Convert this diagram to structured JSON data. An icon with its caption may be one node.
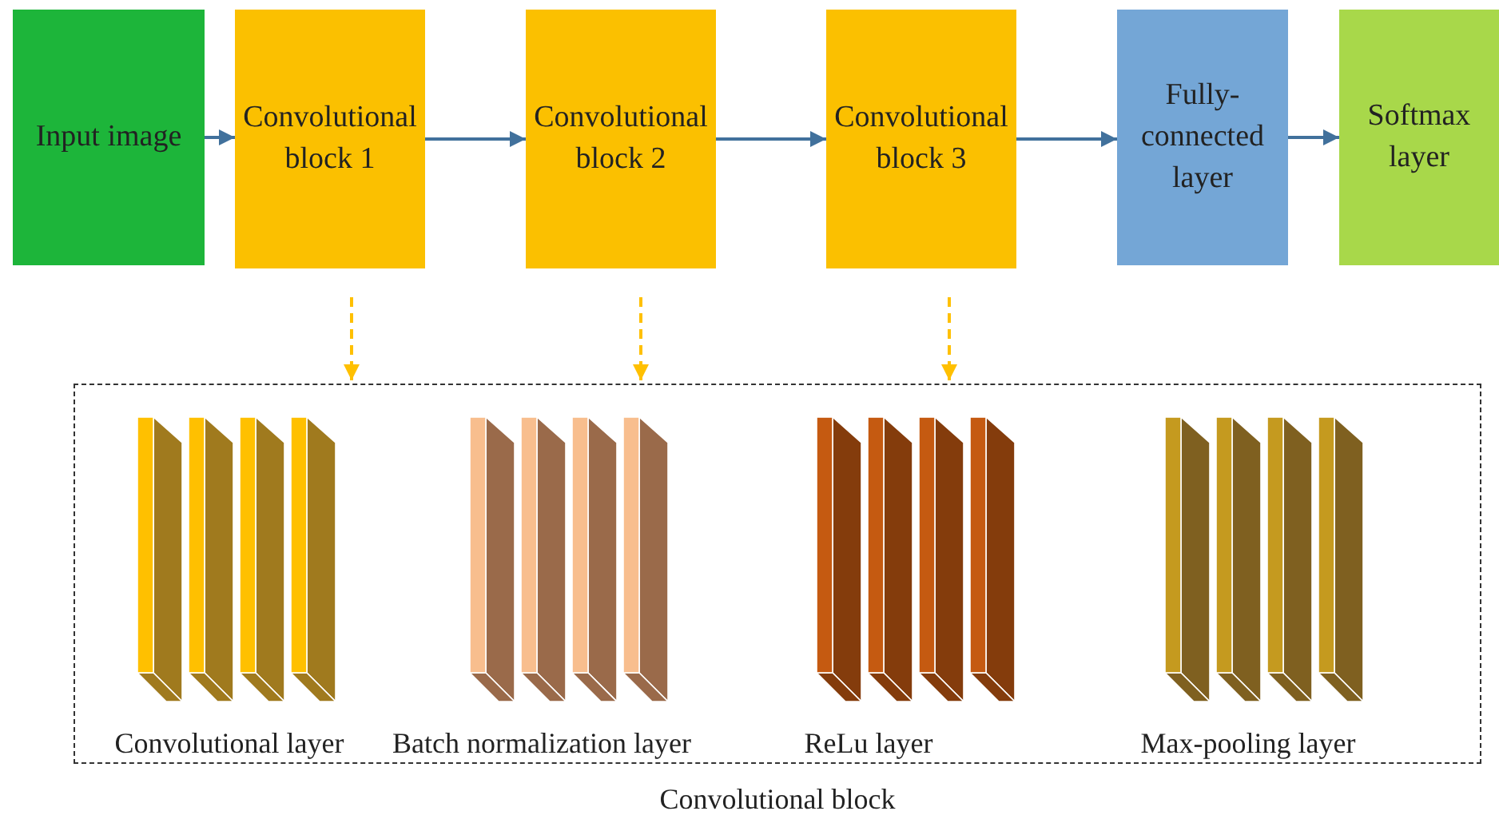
{
  "diagram": {
    "nodes": [
      {
        "text": [
          "Input image"
        ]
      },
      {
        "text": [
          "Convolutional block 1"
        ]
      },
      {
        "text": [
          "Convolutional block 2"
        ]
      },
      {
        "text": [
          "Convolutional block 3"
        ]
      },
      {
        "text": [
          "Fully-connected layer"
        ]
      },
      {
        "text": [
          "Softmax layer"
        ]
      },
      {
        "text": [
          "Convolutional block"
        ]
      },
      {
        "text": [
          "Convolutional layer"
        ],
        "in": 6
      },
      {
        "text": [
          "Batch normalization layer"
        ],
        "in": 6
      },
      {
        "text": [
          "ReLu layer"
        ],
        "in": 6
      },
      {
        "text": [
          "Max-pooling layer"
        ],
        "in": 6
      }
    ],
    "edges": [
      {
        "from": 0,
        "to": 1,
        "arrow": "to"
      },
      {
        "from": 1,
        "to": 2,
        "arrow": "to"
      },
      {
        "from": 2,
        "to": 3,
        "arrow": "to"
      },
      {
        "from": 3,
        "to": 4,
        "arrow": "to"
      },
      {
        "from": 4,
        "to": 5,
        "arrow": "to"
      },
      {
        "from": 1,
        "to": 6,
        "arrow": "to",
        "style": "dashed",
        "color": "#ffc000"
      },
      {
        "from": 2,
        "to": 6,
        "arrow": "to",
        "style": "dashed",
        "color": "#ffc000"
      },
      {
        "from": 3,
        "to": 6,
        "arrow": "to",
        "style": "dashed",
        "color": "#ffc000"
      }
    ]
  }
}
